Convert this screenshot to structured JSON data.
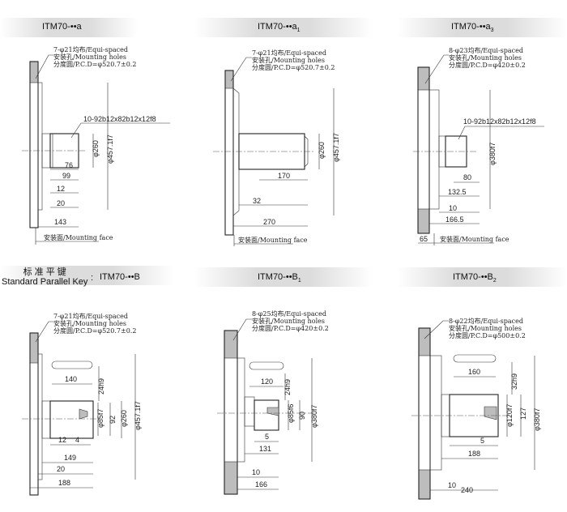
{
  "titles": {
    "a": {
      "main": "ITM70-",
      "dots": "••",
      "suffix": "a",
      "sub": ""
    },
    "a1": {
      "main": "ITM70-",
      "dots": "••",
      "suffix": "a",
      "sub": "1"
    },
    "a3": {
      "main": "ITM70-",
      "dots": "••",
      "suffix": "a",
      "sub": "3"
    },
    "B": {
      "main": "ITM70-",
      "dots": "••",
      "suffix": "B",
      "sub": ""
    },
    "B1": {
      "main": "ITM70-",
      "dots": "••",
      "suffix": "B",
      "sub": "1"
    },
    "B2": {
      "main": "ITM70-",
      "dots": "••",
      "suffix": "B",
      "sub": "2"
    }
  },
  "standard_key": {
    "cn": "标 准 平 键",
    "en": "Standard Parallel Key",
    "colon": ":"
  },
  "notes": {
    "a": [
      "7-φ21均布/Equi-spaced",
      "安装孔/Mounting holes",
      "分度圆/P.C.D=φ520.7±0.2"
    ],
    "a1": [
      "7-φ21均布/Equi-spaced",
      "安装孔/Mounting holes",
      "分度圆/P.C.D=φ520.7±0.2"
    ],
    "a3": [
      "8-φ23均布/Equi-spaced",
      "安装孔/Mounting holes",
      "分度圆/P.C.D=φ420±0.2"
    ],
    "B": [
      "7-φ21均布/Equi-spaced",
      "安装孔/Mounting holes",
      "分度圆/P.C.D=φ520.7±0.2"
    ],
    "B1": [
      "8-φ25均布/Equi-spaced",
      "安装孔/Mounting holes",
      "分度圆/P.C.D=φ420±0.2"
    ],
    "B2": [
      "8-φ22均布/Equi-spaced",
      "安装孔/Mounting holes",
      "分度圆/P.C.D=φ500±0.2"
    ]
  },
  "face_label": "安装面/Mounting face",
  "dims": {
    "a": {
      "spline": "10-92b12x82b12x12f8",
      "d1": "φ260",
      "d2": "φ457.1f7",
      "l1": "76",
      "l2": "99",
      "l3": "12",
      "l4": "20",
      "l5": "143"
    },
    "a1": {
      "d1": "φ260",
      "d2": "φ457.1f7",
      "l1": "170",
      "l2": "32",
      "l3": "270"
    },
    "a3": {
      "spline": "10-92b12x82b12x12f8",
      "d1": "φ380f7",
      "l1": "80",
      "l2": "132.5",
      "l3": "10",
      "l4": "166.5",
      "l5": "65"
    },
    "B": {
      "key": "140",
      "kh": "24h9",
      "d1": "φ85f7",
      "d1b": "92",
      "d2": "φ260",
      "d3": "φ457.1f7",
      "l1": "12",
      "l1b": "4",
      "l2": "149",
      "l3": "20",
      "l4": "188"
    },
    "B1": {
      "key": "120",
      "kh": "24h9",
      "d1": "φ85f6",
      "d1b": "90",
      "d2": "φ380f7",
      "l1": "5",
      "l2": "131",
      "l3": "10",
      "l4": "166"
    },
    "B2": {
      "key": "160",
      "kh": "32h9",
      "d1": "φ120f7",
      "d1b": "127",
      "d2": "φ380f7",
      "l1": "5",
      "l2": "188",
      "l3": "10",
      "l4": "240"
    }
  }
}
